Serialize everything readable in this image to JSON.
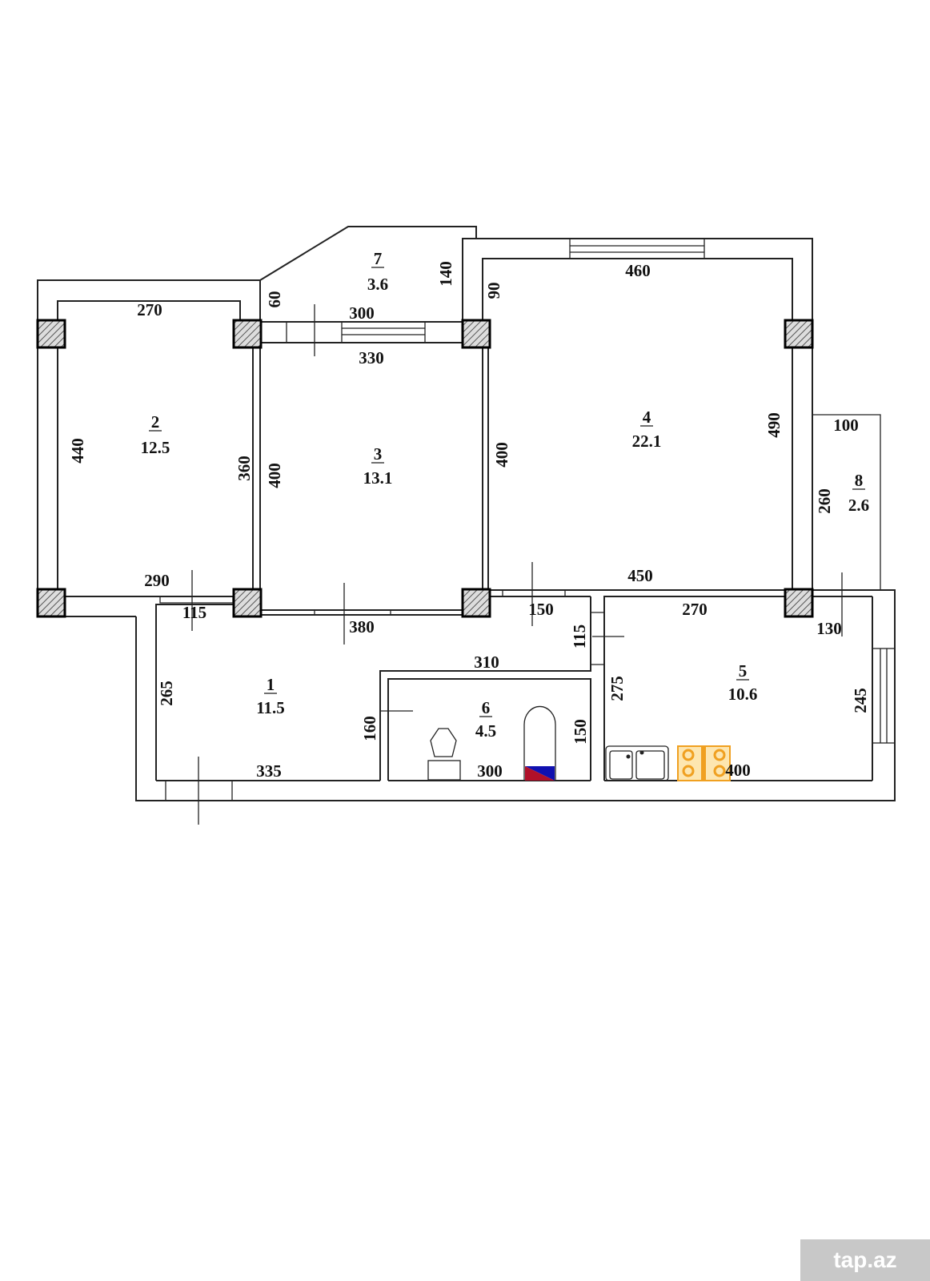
{
  "rooms": [
    {
      "number": "1",
      "area": "11.5"
    },
    {
      "number": "2",
      "area": "12.5"
    },
    {
      "number": "3",
      "area": "13.1"
    },
    {
      "number": "4",
      "area": "22.1"
    },
    {
      "number": "5",
      "area": "10.6"
    },
    {
      "number": "6",
      "area": "4.5"
    },
    {
      "number": "7",
      "area": "3.6"
    },
    {
      "number": "8",
      "area": "2.6"
    }
  ],
  "dimensions": {
    "r2_top": "270",
    "r2_left": "440",
    "r2_right": "360",
    "r2_bottom": "290",
    "r7_60": "60",
    "r7_300": "300",
    "r7_140": "140",
    "r3_top": "330",
    "r3_left": "400",
    "r3_bottom": "380",
    "r4_top": "460",
    "r4_90": "90",
    "r4_left": "400",
    "r4_right": "490",
    "r4_bottom": "450",
    "r8_top": "100",
    "r8_side": "260",
    "hall_115a": "115",
    "hall_150": "150",
    "hall_115b": "115",
    "r5_top": "270",
    "r5_130": "130",
    "r5_left": "275",
    "r5_right": "245",
    "r5_bottom": "400",
    "r1_left": "265",
    "r1_bottom": "335",
    "r1_310": "310",
    "r6_left": "160",
    "r6_right": "150",
    "r6_bottom": "300"
  },
  "watermark": "tap.az",
  "colors": {
    "stove": "#f0a020",
    "heater_red": "#b0102a",
    "heater_blue": "#1010b0"
  }
}
